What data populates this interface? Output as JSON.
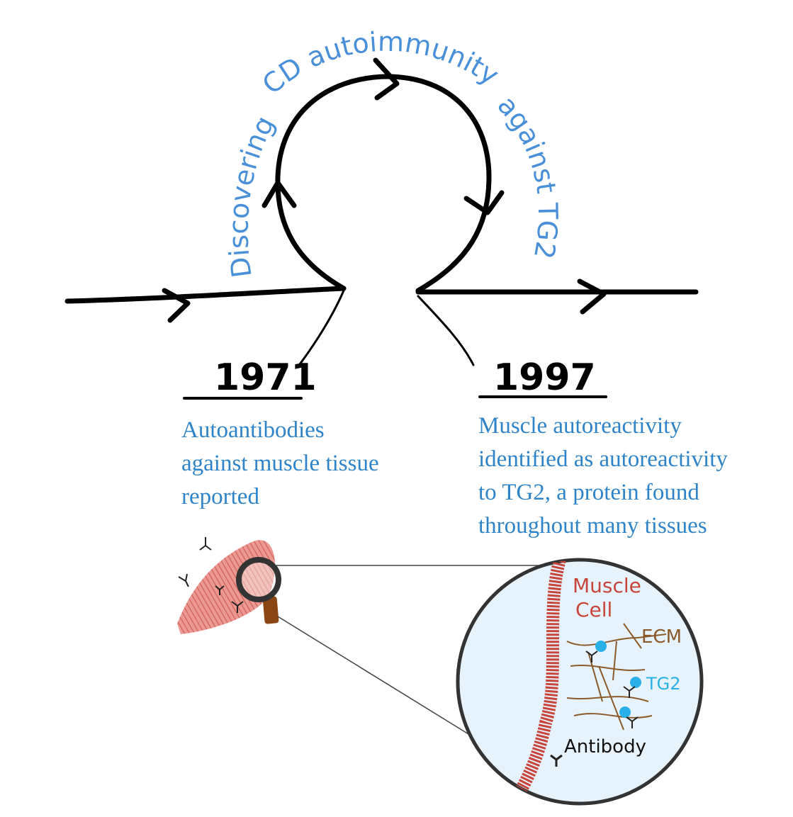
{
  "loop_label": {
    "left": "Discovering",
    "top": "CD autoimmunity",
    "right": "against TG2"
  },
  "events": [
    {
      "year": "1971",
      "lines": [
        "Autoantibodies",
        "against muscle tissue",
        "reported"
      ]
    },
    {
      "year": "1997",
      "lines": [
        "Muscle autoreactivity",
        "identified as autoreactivity",
        "to TG2, a protein found",
        "throughout many tissues"
      ]
    }
  ],
  "inset": {
    "muscle_label_line1": "Muscle",
    "muscle_label_line2": "Cell",
    "ecm_label": "ECM",
    "tg2_label": "TG2",
    "antibody_label": "Antibody"
  },
  "colors": {
    "hand_blue": "#4a90d9",
    "caption_blue": "#2f84c9",
    "muscle_red": "#c8453b",
    "ecm_brown": "#8b5a2b",
    "tg2_cyan": "#2ab0e8",
    "inset_fill": "#e6f3fc"
  }
}
